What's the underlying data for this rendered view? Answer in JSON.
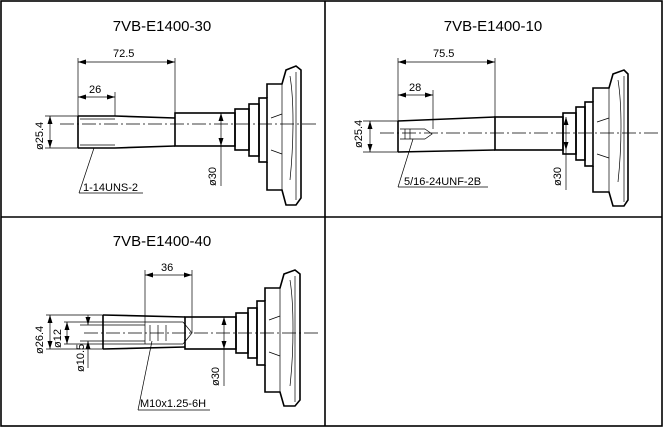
{
  "panels": [
    {
      "title": "7VB-E1400-30",
      "dimensions": [
        "72.5",
        "26",
        "ø25.4",
        "ø30"
      ],
      "callout": "1-14UNS-2"
    },
    {
      "title": "7VB-E1400-10",
      "dimensions": [
        "75.5",
        "28",
        "ø25.4",
        "ø30"
      ],
      "callout": "5/16-24UNF-2B"
    },
    {
      "title": "7VB-E1400-40",
      "dimensions": [
        "36",
        "ø26.4",
        "ø12",
        "ø10.5",
        "ø30"
      ],
      "callout": "M10x1.25-6H"
    }
  ]
}
